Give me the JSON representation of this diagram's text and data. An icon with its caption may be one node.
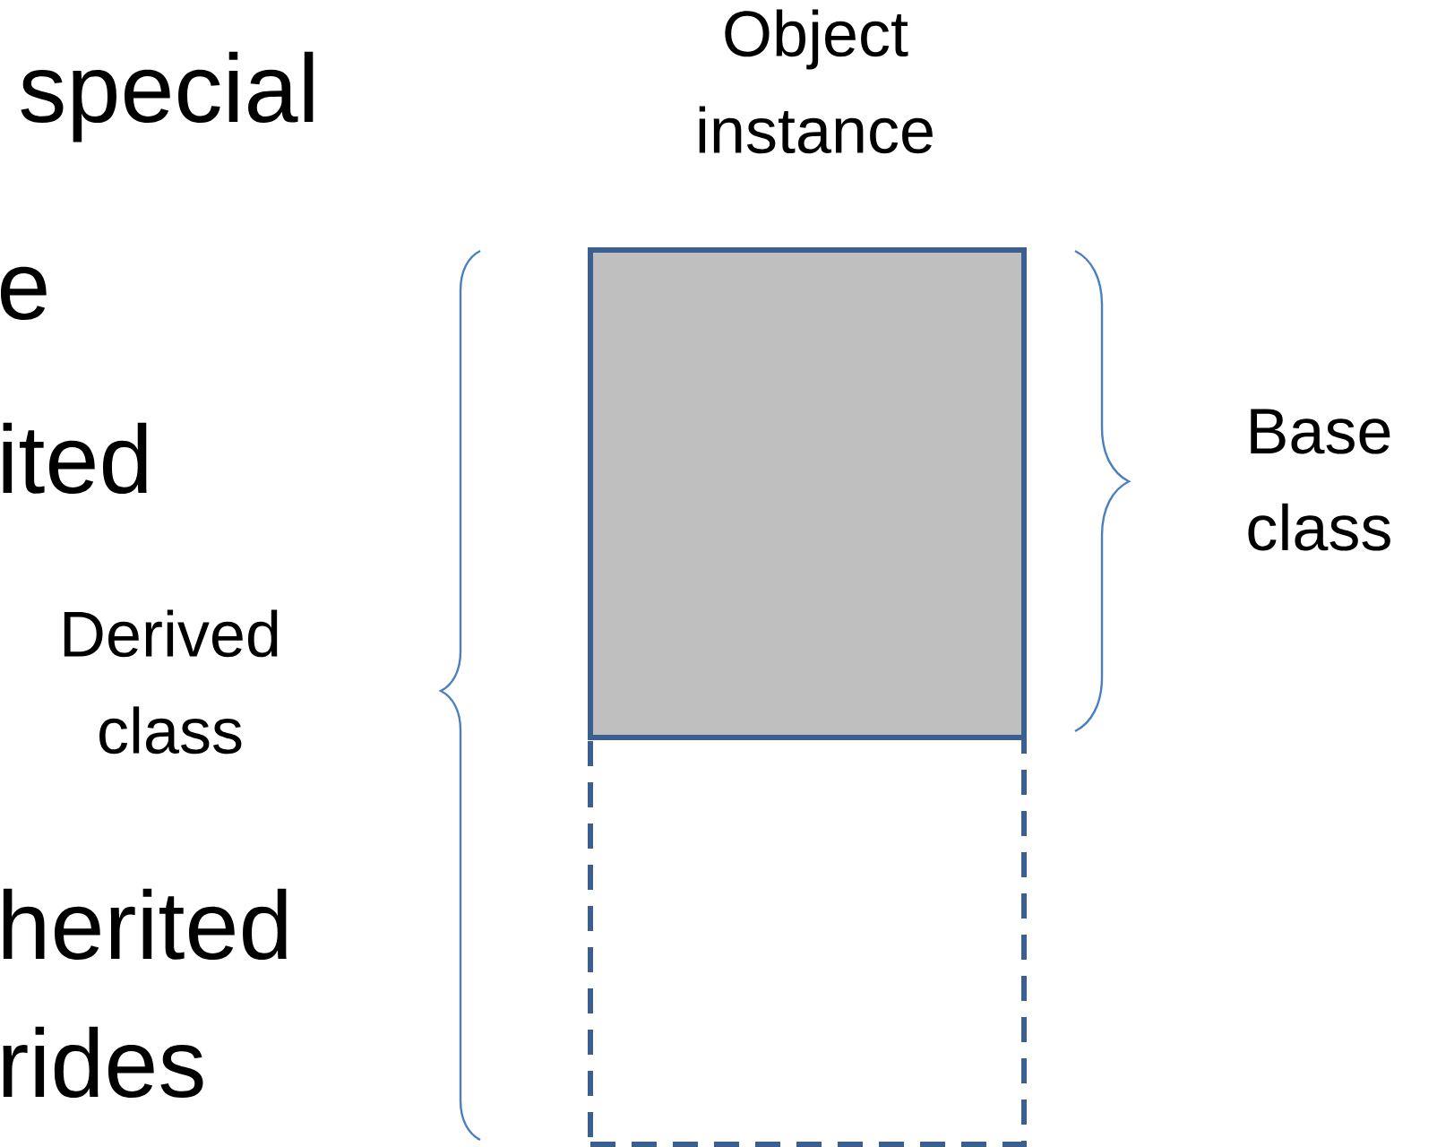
{
  "diagram": {
    "nodes": [
      {
        "text": [],
        "shape": "box"
      },
      {
        "text": [],
        "shape": "box"
      }
    ],
    "labels": [
      "special",
      "Object instance",
      "e",
      "ited",
      "Base class",
      "Derived class",
      "herited",
      "rides"
    ]
  }
}
